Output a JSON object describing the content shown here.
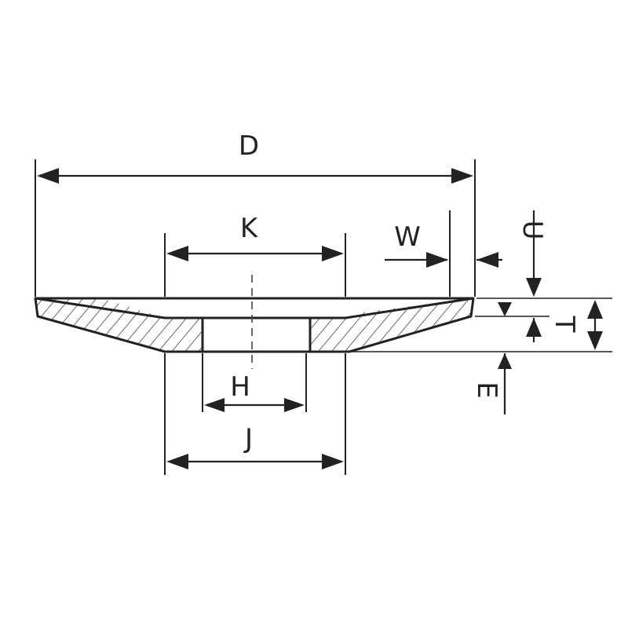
{
  "diagram": {
    "labels": {
      "D": "D",
      "K": "K",
      "W": "W",
      "U": "U",
      "T": "T",
      "E": "E",
      "H": "H",
      "J": "J"
    },
    "colors": {
      "line": "#222222",
      "hatch": "#444444",
      "background": "#ffffff"
    }
  }
}
